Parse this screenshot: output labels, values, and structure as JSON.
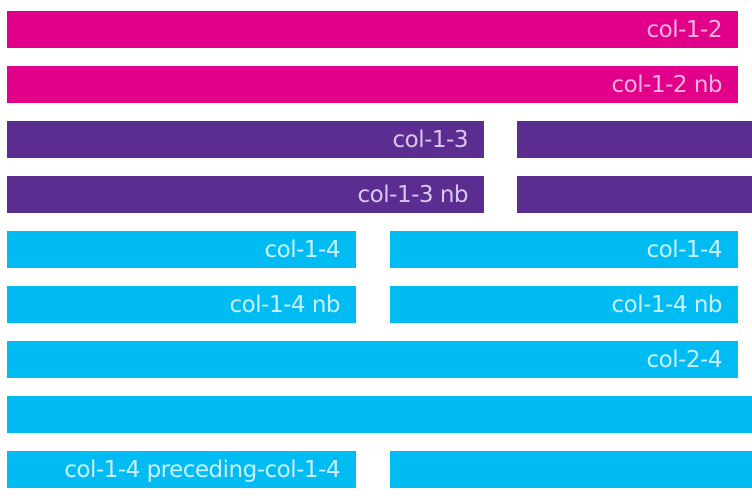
{
  "colors": {
    "magenta": "#e2008a",
    "purple": "#5c2d91",
    "blue": "#00bcf2"
  },
  "rows": [
    {
      "left": "col-1-2"
    },
    {
      "left": "col-1-2 nb"
    },
    {
      "left": "col-1-3",
      "right": ""
    },
    {
      "left": "col-1-3 nb",
      "right": ""
    },
    {
      "left": "col-1-4",
      "right": "col-1-4"
    },
    {
      "left": "col-1-4 nb",
      "right": "col-1-4 nb"
    },
    {
      "left": "col-2-4"
    },
    {
      "left": ""
    },
    {
      "left": "col-1-4 preceding-col-1-4",
      "right": ""
    }
  ]
}
